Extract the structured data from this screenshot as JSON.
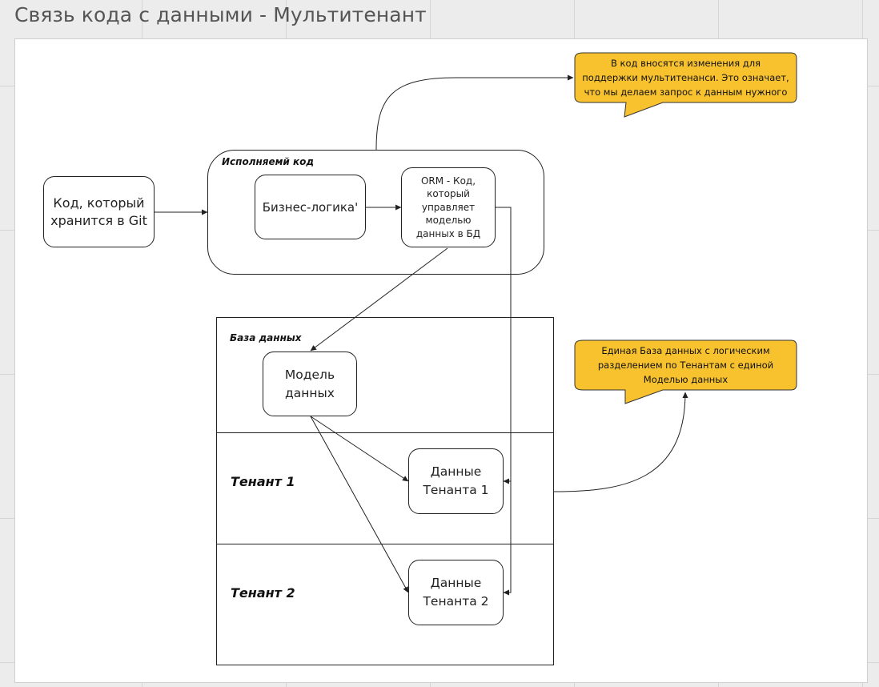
{
  "title": "Связь кода с данными - Мультитенант",
  "nodes": {
    "git_code": "Код, который\nхранится в Git",
    "runtime_label": "Исполняемй код",
    "business_logic": "Бизнес-логика'",
    "orm": "ORM - Код,\nкоторый\nуправляет\nмоделью\nданных в БД",
    "database_label": "База данных",
    "data_model": "Модель\nданных",
    "tenant1_label": "Тенант 1",
    "tenant1_data": "Данные\nТенанта 1",
    "tenant2_label": "Тенант 2",
    "tenant2_data": "Данные\nТенанта 2"
  },
  "notes": {
    "code_changes": "В код вносятся изменения для\nподдержки мультитенанси. Это означает,\nчто  мы делаем запрос к данным нужного",
    "single_db": "Единая База данных с логическим\nразделением по Тенантам с единой\nМоделью данных"
  },
  "colors": {
    "note_fill": "#f8c22f",
    "stroke": "#222222",
    "background": "#ececec"
  }
}
